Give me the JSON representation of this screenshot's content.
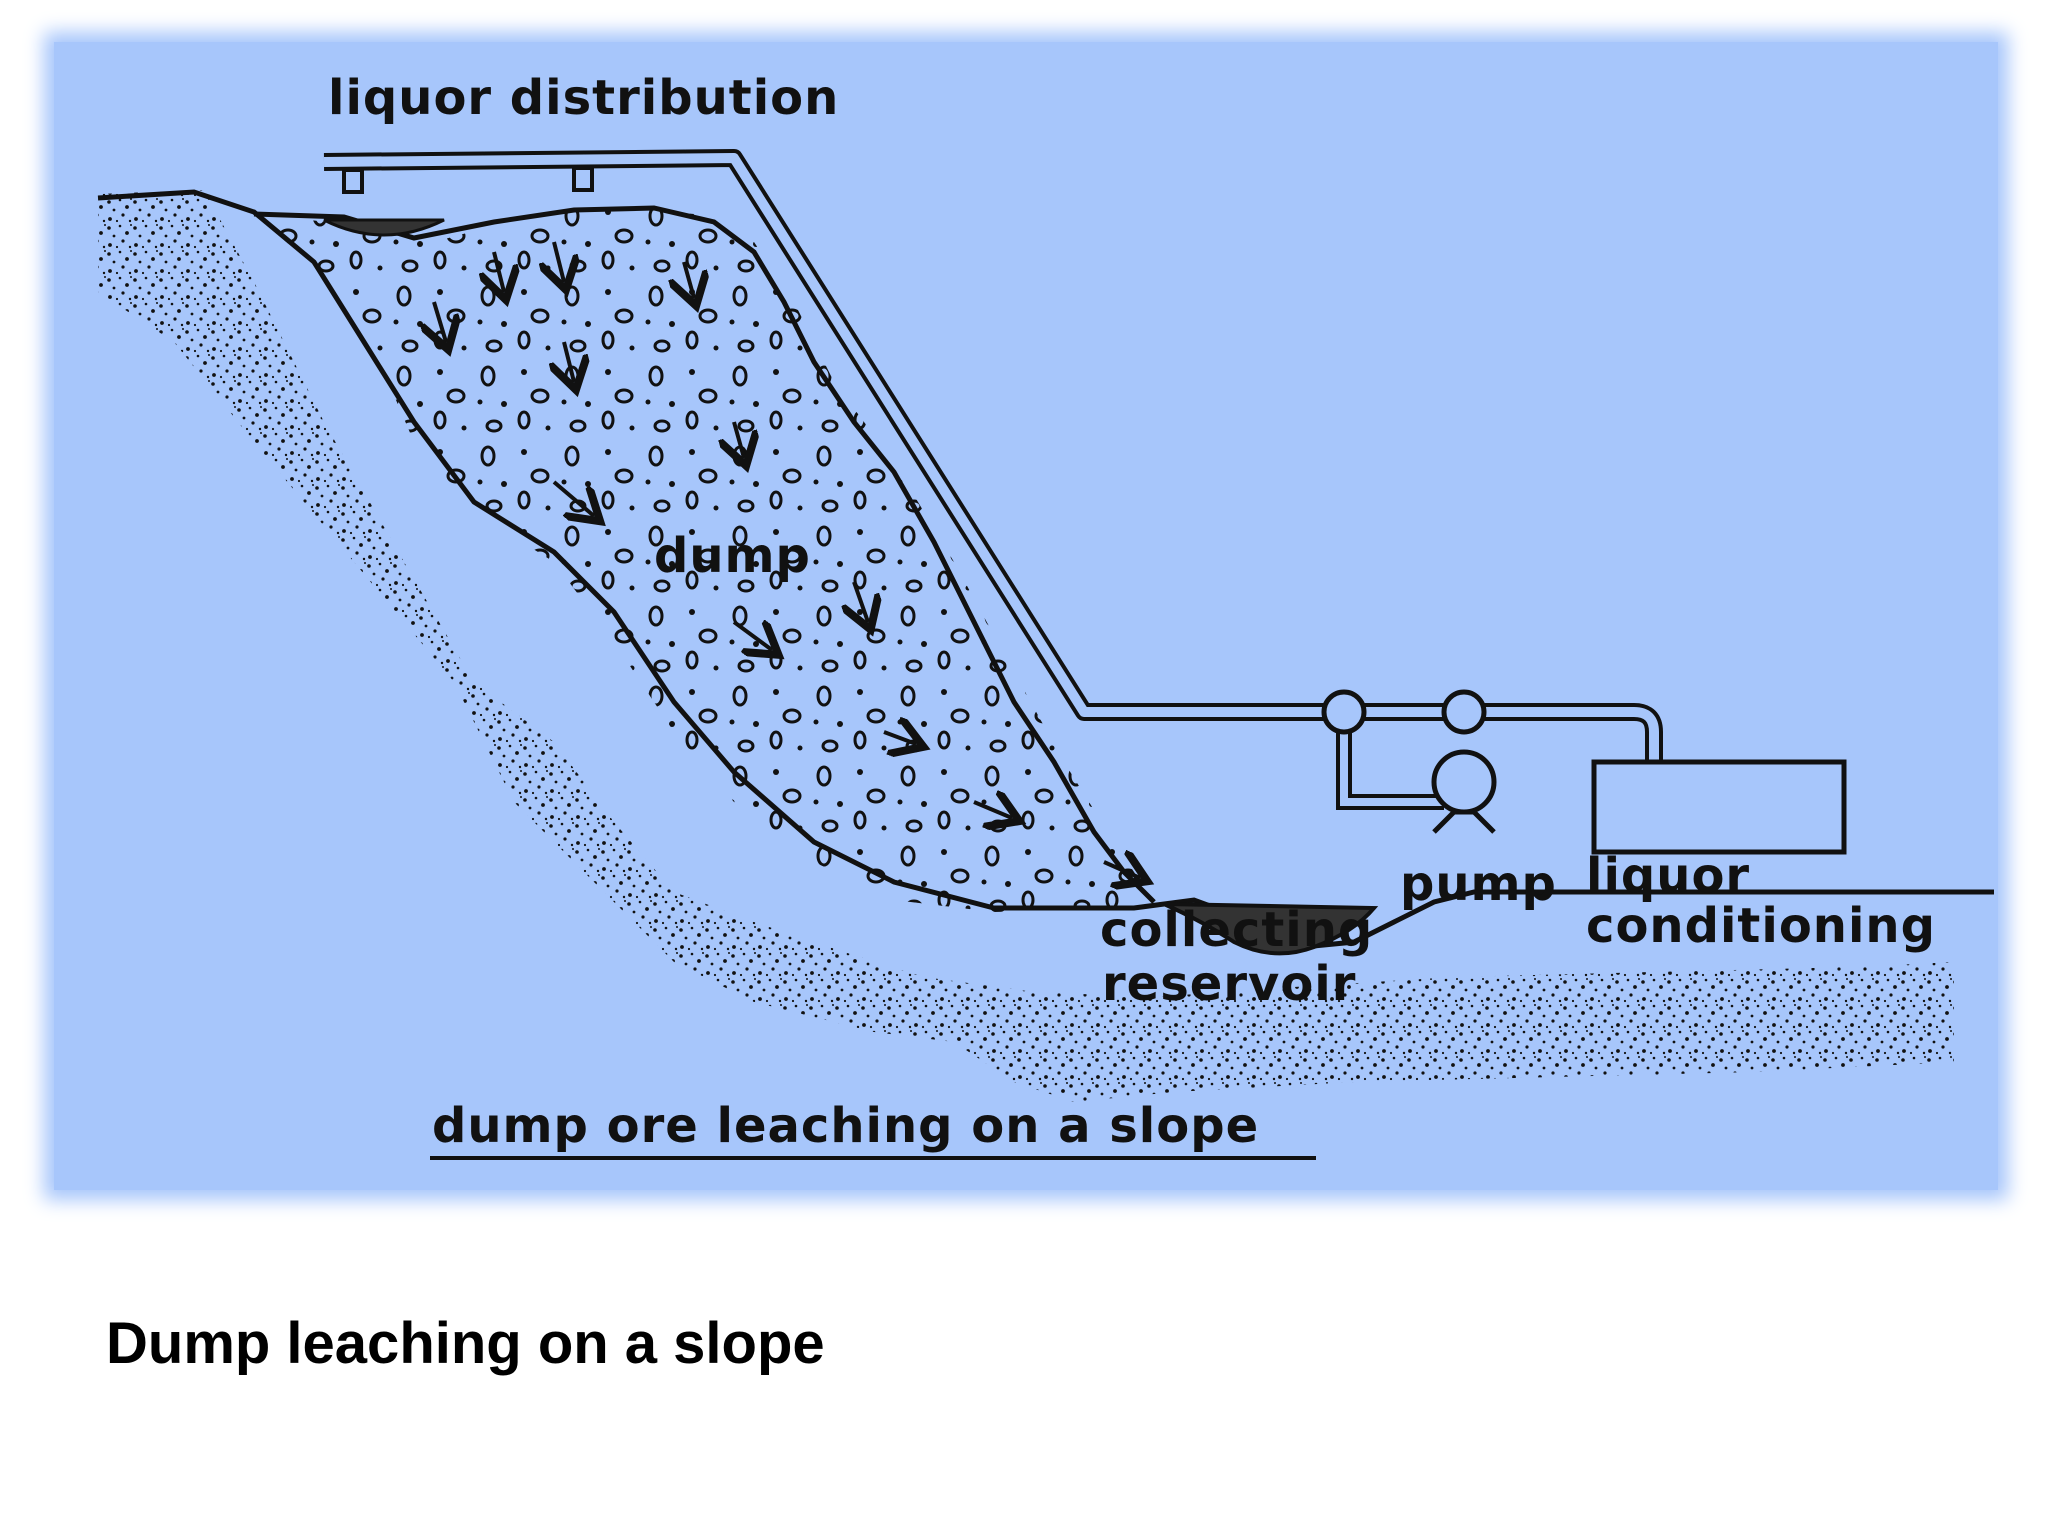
{
  "diagram": {
    "labels": {
      "liquor_distribution": "liquor distribution",
      "dump": "dump",
      "collecting": "collecting",
      "reservoir": "reservoir",
      "pump": "pump",
      "liquor": "liquor",
      "conditioning": "conditioning",
      "figure_title": "dump ore leaching on a slope"
    },
    "colors": {
      "background": "#a7c6fb",
      "ink": "#111111"
    }
  },
  "caption": "Dump leaching on a slope"
}
